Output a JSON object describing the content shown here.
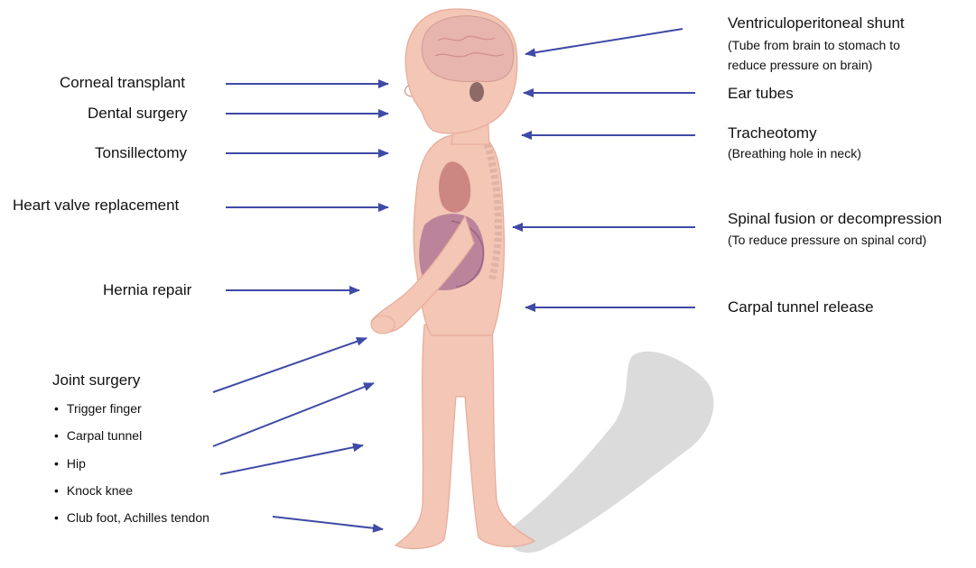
{
  "left_labels": {
    "corneal_transplant": "Corneal transplant",
    "dental_surgery": "Dental surgery",
    "tonsillectomy": "Tonsillectomy",
    "heart_valve": "Heart valve replacement",
    "hernia_repair": "Hernia repair"
  },
  "joint_surgery": {
    "title": "Joint surgery",
    "items": [
      "Trigger finger",
      "Carpal tunnel",
      "Hip",
      "Knock knee",
      "Club foot, Achilles tendon"
    ]
  },
  "right_labels": {
    "vp_shunt": "Ventriculoperitoneal shunt",
    "vp_shunt_note_1": "(Tube from brain to stomach to",
    "vp_shunt_note_2": "reduce pressure on brain)",
    "ear_tubes": "Ear tubes",
    "tracheotomy": "Tracheotomy",
    "tracheotomy_note": "(Breathing hole in neck)",
    "spinal_fusion": "Spinal fusion or decompression",
    "spinal_fusion_note": "(To reduce pressure on spinal cord)",
    "carpal_tunnel_release": "Carpal tunnel release"
  },
  "colors": {
    "arrow": "#3f4aa6",
    "skin": "#f3c6b6",
    "skin_shade": "#e7aa98",
    "brain": "#e8b4ae",
    "organ_heart": "#c9807c",
    "organ_abdomen": "#b07896",
    "shadow": "#c9c9c9"
  }
}
